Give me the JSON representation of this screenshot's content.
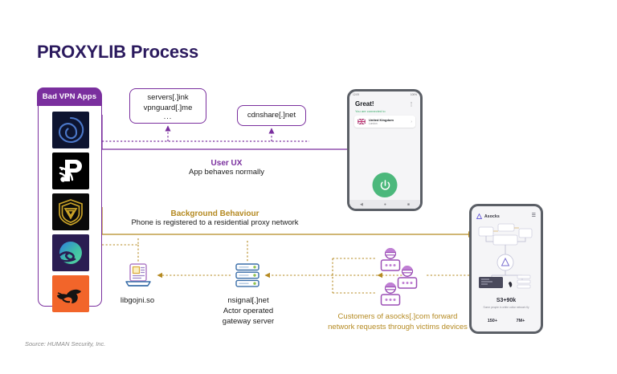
{
  "page": {
    "title": "PROXYLIB Process",
    "source": "Source: HUMAN Security, Inc."
  },
  "colors": {
    "purple": "#7a2f9e",
    "title_navy": "#2b1a5e",
    "olive": "#b58a22",
    "green": "#4cb87c",
    "phone_frame": "#5b5f66"
  },
  "vpn_panel": {
    "header": "Bad VPN Apps",
    "apps": [
      {
        "name": "swirl-app-icon",
        "bg": "#0d1430",
        "accent": "#4b77c9"
      },
      {
        "name": "wifi-p-app-icon",
        "bg": "#000000",
        "accent": "#ffffff"
      },
      {
        "name": "gold-shield-app-icon",
        "bg": "#0a0a0a",
        "accent": "#c9a227"
      },
      {
        "name": "wave-globe-app-icon",
        "bg": "#2a1d52",
        "accent": "#3fbfa6"
      },
      {
        "name": "orange-horse-app-icon",
        "bg": "#f2652a",
        "accent": "#141414"
      }
    ]
  },
  "domain_boxes": [
    {
      "name": "domain-box-servers",
      "lines": [
        "servers[.]ink",
        "vpnguard[.]me"
      ],
      "ellipsis": "..."
    },
    {
      "name": "domain-box-cdnshare",
      "lines": [
        "cdnshare[.]net"
      ],
      "ellipsis": ""
    }
  ],
  "flows": {
    "user_ux": {
      "title": "User UX",
      "subtitle": "App behaves normally"
    },
    "background": {
      "title": "Background Behaviour",
      "subtitle": "Phone is registered to a residential proxy network"
    }
  },
  "nodes": {
    "library": {
      "label": "libgojni.so",
      "icon": "laptop-code-icon"
    },
    "gateway": {
      "label_lines": [
        "nsignal[.]net",
        "Actor operated",
        "gateway server"
      ],
      "icon": "server-stack-icon"
    },
    "customers": {
      "label_lines": [
        "Customers of asocks[.]com forward",
        "network requests through victims devices"
      ],
      "icon": "hacker-person-icon"
    }
  },
  "phone_vpn": {
    "name": "vpn-app-phone",
    "status_left": "12:09",
    "status_right": "100%",
    "heading": "Great!",
    "menu_icon": "more-vertical-icon",
    "subtitle": "You are connected to",
    "country": "United Kingdom",
    "city": "London",
    "flag": "uk-flag-icon",
    "chevron": "›",
    "power_icon": "power-button-icon",
    "nav_items": [
      "home-nav-icon",
      "shield-nav-icon",
      "settings-nav-icon"
    ]
  },
  "phone_asocks": {
    "name": "asocks-dashboard-phone",
    "brand": "Asocks",
    "logo_icon": "asocks-logo-icon",
    "menu_icon": "hamburger-menu-icon",
    "stat_main": "S3+90k",
    "stat_sub": "Some people in white collar network fly",
    "stats": [
      "150+",
      "7M+"
    ]
  }
}
